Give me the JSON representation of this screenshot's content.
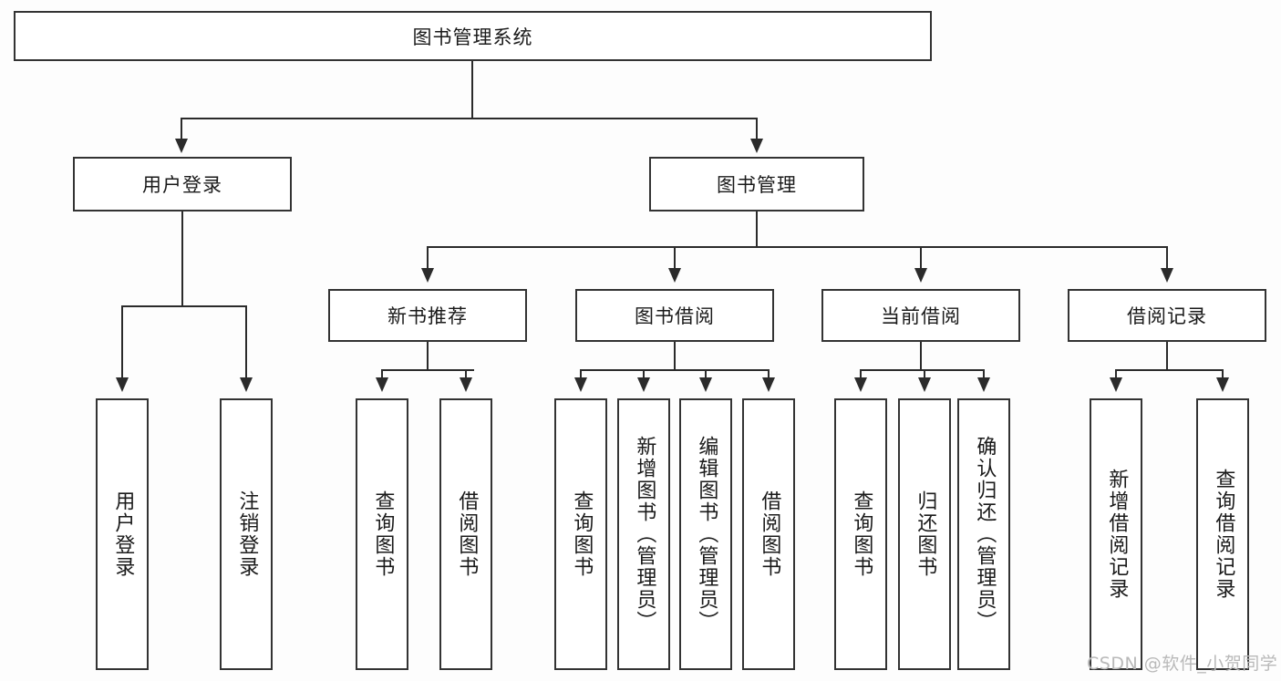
{
  "diagram": {
    "type": "tree-hierarchy",
    "title": "图书管理系统",
    "root": {
      "label": "图书管理系统"
    },
    "level1": [
      {
        "label": "用户登录"
      },
      {
        "label": "图书管理"
      }
    ],
    "level2": [
      {
        "label": "新书推荐"
      },
      {
        "label": "图书借阅"
      },
      {
        "label": "当前借阅"
      },
      {
        "label": "借阅记录"
      }
    ],
    "leaves": {
      "user_login": [
        {
          "label": "用户登录"
        },
        {
          "label": "注销登录"
        }
      ],
      "new_book_recommend": [
        {
          "label": "查询图书"
        },
        {
          "label": "借阅图书"
        }
      ],
      "book_borrow": [
        {
          "label": "查询图书"
        },
        {
          "label": "新增图书（管理员）"
        },
        {
          "label": "编辑图书（管理员）"
        },
        {
          "label": "借阅图书"
        }
      ],
      "current_borrow": [
        {
          "label": "查询图书"
        },
        {
          "label": "归还图书"
        },
        {
          "label": "确认归还（管理员）"
        }
      ],
      "borrow_record": [
        {
          "label": "新增借阅记录"
        },
        {
          "label": "查询借阅记录"
        }
      ]
    }
  },
  "watermark": {
    "text": "CSDN @软件_小贺同学"
  },
  "colors": {
    "border": "#333333",
    "line": "#2b2b2b",
    "text": "#1a1a1a",
    "background": "#fdfdfd",
    "watermark": "#b9b9b9"
  }
}
